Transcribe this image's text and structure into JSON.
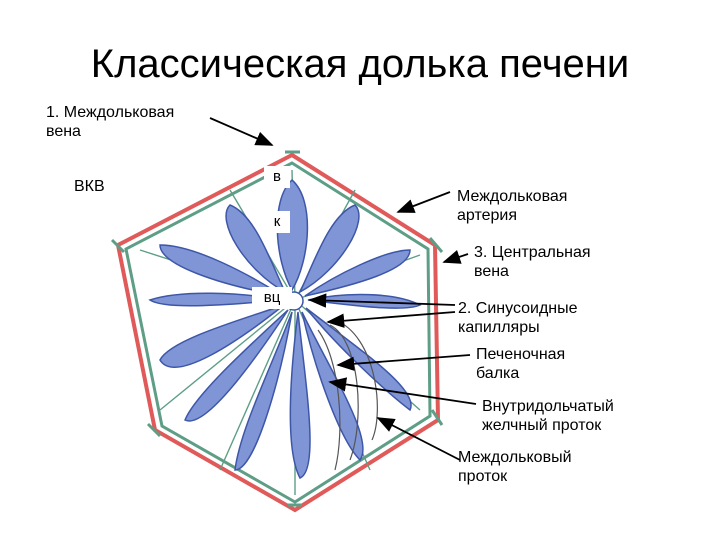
{
  "title": "Классическая долька печени",
  "labels": {
    "interlobular_vein": [
      "1. Междольковая",
      "вена"
    ],
    "vkv": "ВКВ",
    "v": "в",
    "k": "к",
    "vc": "вц",
    "interlobular_artery": [
      "Междольковая",
      "артерия"
    ],
    "central_vein": [
      "3. Центральная",
      "вена"
    ],
    "sinusoid_capillaries": [
      "2. Синусоидные",
      "капилляры"
    ],
    "hepatic_beam": [
      "Печеночная",
      "балка"
    ],
    "intralobular_bile_duct": [
      "Внутридольчатый",
      "желчный проток"
    ],
    "interlobular_duct": [
      "Междольковый",
      "проток"
    ]
  },
  "colors": {
    "hex_outer": "#e05a5a",
    "hex_inner": "#5e9e86",
    "sinusoid_fill": "#7f95d6",
    "sinusoid_dark": "#3e56a8",
    "beam_stroke": "#555555",
    "arrow": "#000000"
  }
}
